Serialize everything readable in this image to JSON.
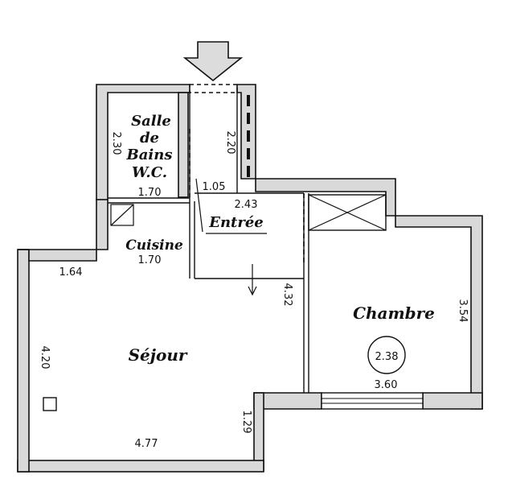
{
  "rooms": {
    "salle_de_bains": [
      "Salle",
      "de",
      "Bains",
      "W.C."
    ],
    "cuisine": "Cuisine",
    "entree": "Entrée",
    "sejour": "Séjour",
    "chambre": "Chambre"
  },
  "dimensions": {
    "bath_height": "2.30",
    "bath_width": "1.70",
    "corridor_height": "2.20",
    "corridor_width": "1.05",
    "entree_width": "2.43",
    "cuisine_width": "1.70",
    "sejour_top": "1.64",
    "sejour_left": "4.20",
    "sejour_bottom": "4.77",
    "sejour_right_notch": "1.29",
    "entree_depth": "4.32",
    "chambre_height": "3.54",
    "chambre_width": "3.60",
    "chambre_height_value": "2.38"
  }
}
